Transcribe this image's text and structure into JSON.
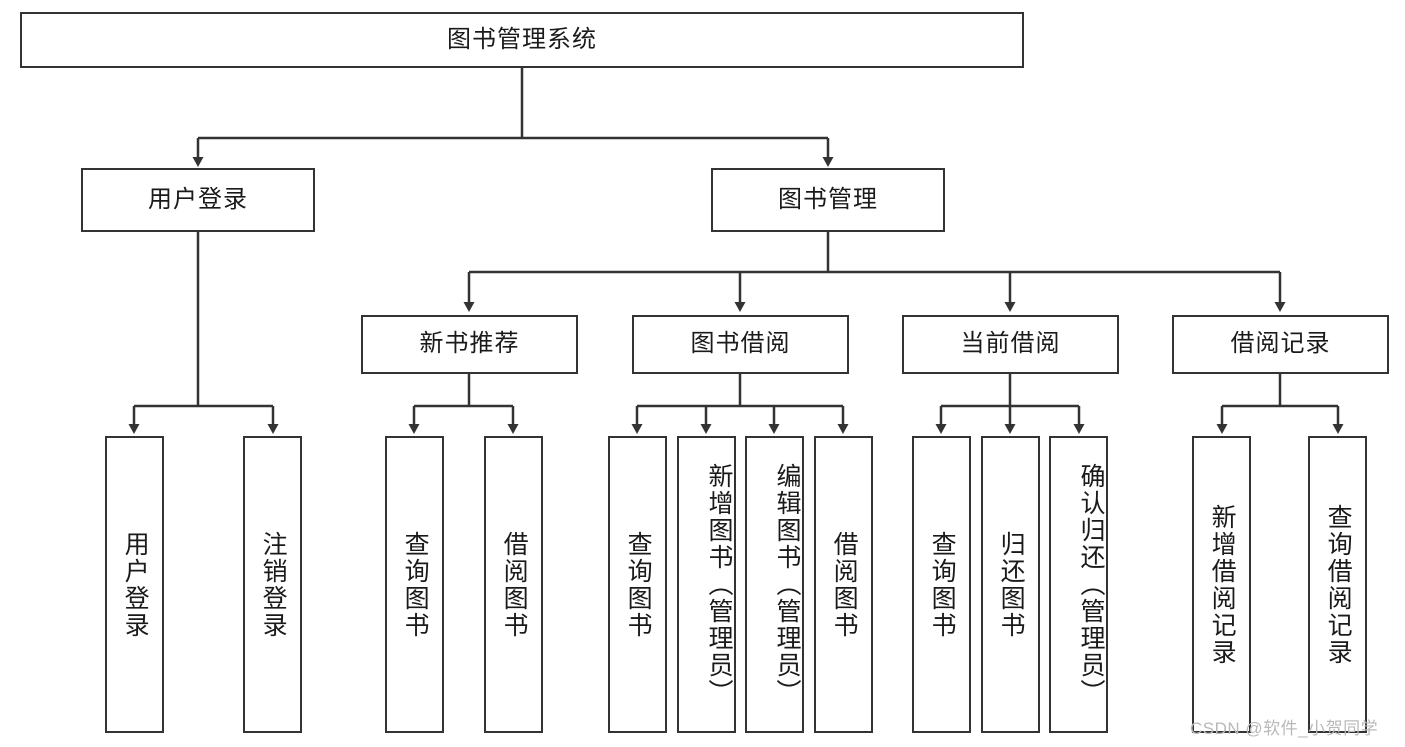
{
  "diagram": {
    "type": "tree",
    "title": "图书管理系统",
    "root": {
      "label": "图书管理系统"
    },
    "level2": [
      {
        "label": "用户登录"
      },
      {
        "label": "图书管理"
      }
    ],
    "level3": [
      {
        "label": "新书推荐"
      },
      {
        "label": "图书借阅"
      },
      {
        "label": "当前借阅"
      },
      {
        "label": "借阅记录"
      }
    ],
    "leaves": {
      "user_login": [
        {
          "label": "用户登录"
        },
        {
          "label": "注销登录"
        }
      ],
      "new_book_recommend": [
        {
          "label": "查询图书"
        },
        {
          "label": "借阅图书"
        }
      ],
      "book_borrow": [
        {
          "label": "查询图书"
        },
        {
          "label": "新增图书（管理员）"
        },
        {
          "label": "编辑图书（管理员）"
        },
        {
          "label": "借阅图书"
        }
      ],
      "current_borrow": [
        {
          "label": "查询图书"
        },
        {
          "label": "归还图书"
        },
        {
          "label": "确认归还（管理员）"
        }
      ],
      "borrow_record": [
        {
          "label": "新增借阅记录"
        },
        {
          "label": "查询借阅记录"
        }
      ]
    },
    "colors": {
      "stroke": "#333333",
      "fill": "#ffffff",
      "text": "#1a1a1a",
      "watermark": "#b9b9b9"
    }
  },
  "watermark": {
    "text": "CSDN @软件_小贺同学"
  }
}
